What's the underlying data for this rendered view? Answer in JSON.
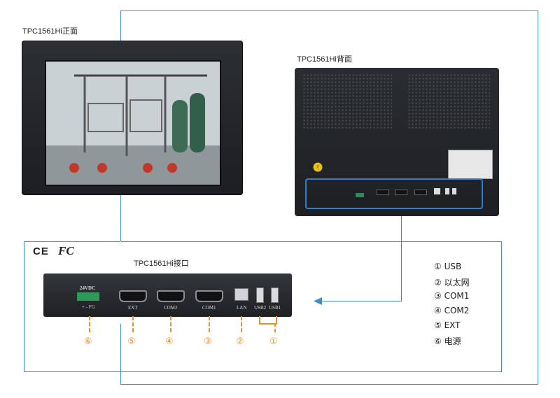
{
  "labels": {
    "front": "TPC1561Hi正面",
    "back": "TPC1561Hi背面",
    "interface": "TPC1561Hi接口",
    "certs": "CE FC"
  },
  "interface_ports": {
    "power_top": "24VDC",
    "power_bottom": "+  -  FG",
    "ext": "EXT",
    "com2": "COM2",
    "com1": "COM1",
    "lan": "LAN",
    "usb2": "USB2",
    "usb1": "USB1"
  },
  "callout_numbers": [
    "⑥",
    "⑤",
    "④",
    "③",
    "②",
    "①"
  ],
  "legend": [
    {
      "num": "①",
      "text": "USB"
    },
    {
      "num": "②",
      "text": "以太网"
    },
    {
      "num": "③",
      "text": "COM1"
    },
    {
      "num": "④",
      "text": "COM2"
    },
    {
      "num": "⑤",
      "text": "EXT"
    },
    {
      "num": "⑥",
      "text": "电源"
    }
  ],
  "colors": {
    "line": "#3a8fc4",
    "callout": "#e8912a",
    "panel": "#23262a"
  },
  "icons": [
    "warning-icon",
    "ce-mark-icon",
    "fcc-mark-icon",
    "arrow-left-icon"
  ]
}
